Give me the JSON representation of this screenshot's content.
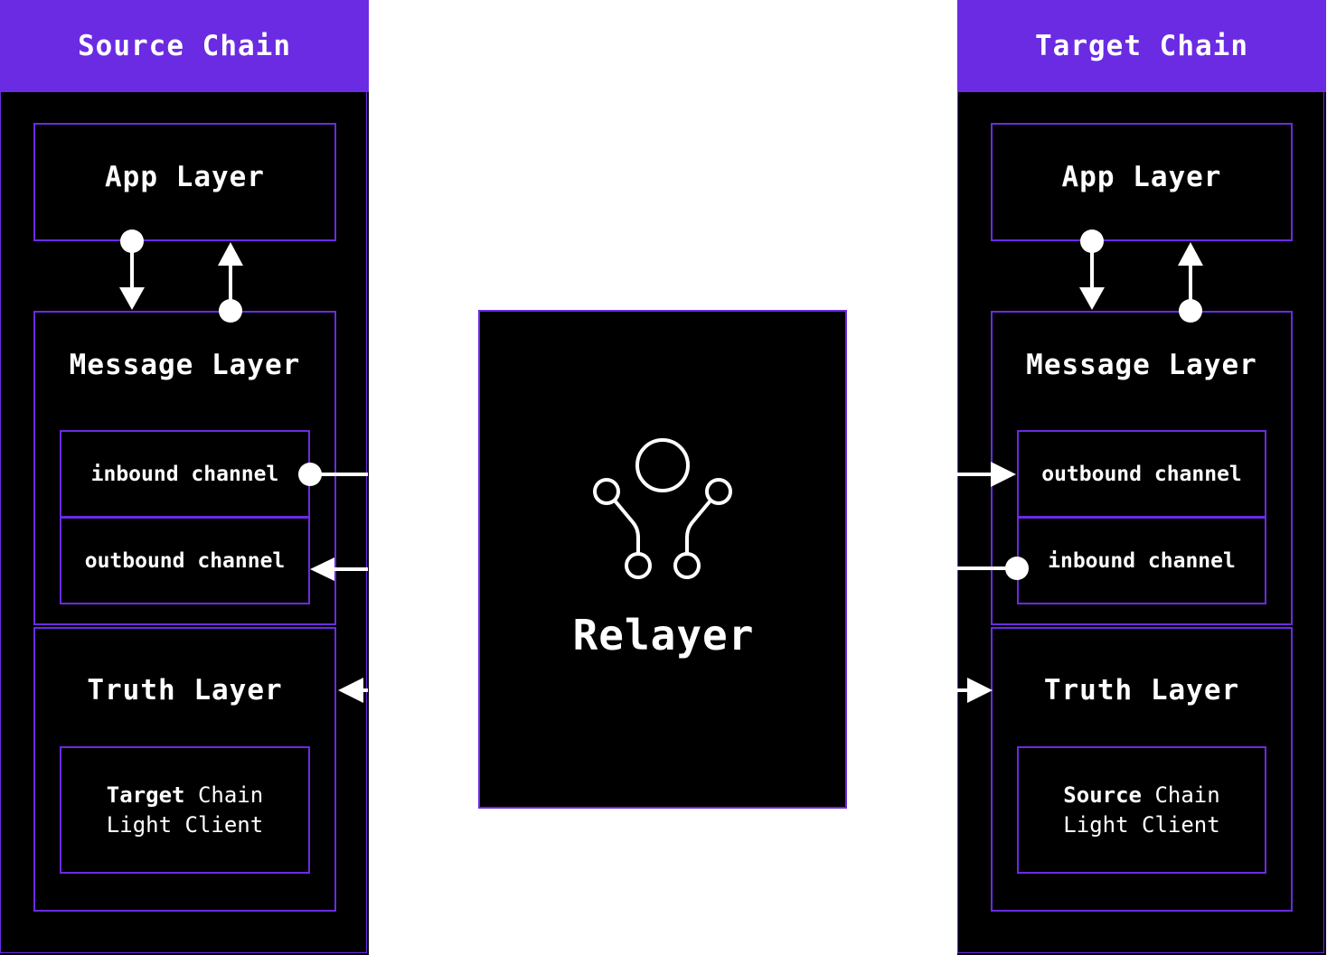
{
  "source_chain": {
    "title": "Source Chain",
    "app_layer": "App Layer",
    "message_layer": "Message Layer",
    "channel_top": "inbound channel",
    "channel_bottom": "outbound channel",
    "truth_layer": "Truth Layer",
    "light_client_bold": "Target",
    "light_client_word": "Chain",
    "light_client_line2": "Light Client"
  },
  "target_chain": {
    "title": "Target Chain",
    "app_layer": "App Layer",
    "message_layer": "Message Layer",
    "channel_top": "outbound channel",
    "channel_bottom": "inbound channel",
    "truth_layer": "Truth Layer",
    "light_client_bold": "Source",
    "light_client_word": "Chain",
    "light_client_line2": "Light Client"
  },
  "relayer": {
    "label": "Relayer",
    "icon": "relayer-network-icon"
  },
  "colors": {
    "accent": "#6b2be2",
    "background": "#000000",
    "text": "#ffffff"
  }
}
